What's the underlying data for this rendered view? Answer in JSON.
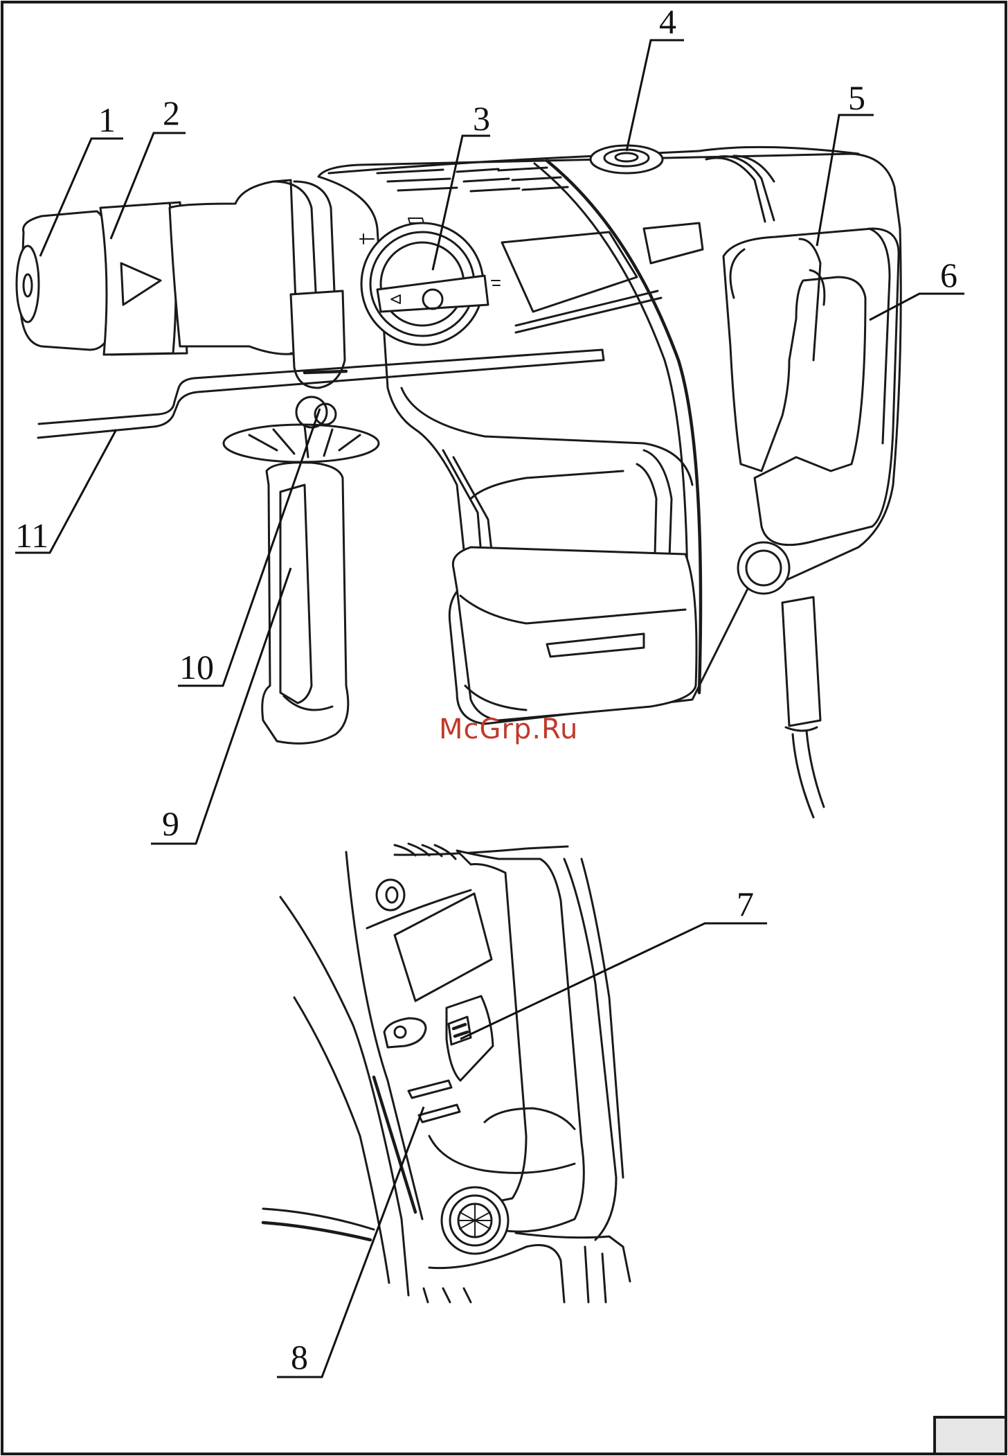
{
  "figure": {
    "callouts": [
      "1",
      "2",
      "3",
      "4",
      "5",
      "6",
      "7",
      "8",
      "9",
      "10",
      "11"
    ],
    "watermark": "McGrp.Ru"
  },
  "colors": {
    "line": "#1a1a1a",
    "watermark": "#c0392b",
    "page_tab": "#e6e6e6"
  }
}
